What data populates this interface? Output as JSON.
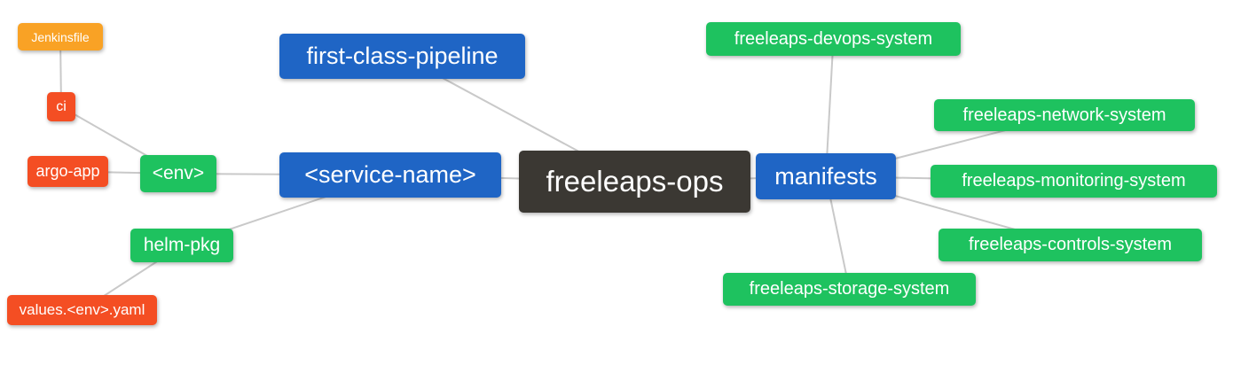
{
  "diagram": {
    "type": "mindmap",
    "background_color": "#ffffff",
    "connector_color": "#c9c9c9",
    "palette": {
      "blue": "#1f65c5",
      "green": "#1ec25f",
      "red": "#f44e23",
      "orange": "#f9a225",
      "dark": "#3b3833",
      "node_text": "#ffffff"
    },
    "root": "freeleaps-ops",
    "nodes": [
      {
        "id": "freeleaps-ops",
        "label": "freeleaps-ops",
        "color": "dark"
      },
      {
        "id": "first-class-pipeline",
        "label": "first-class-pipeline",
        "color": "blue"
      },
      {
        "id": "service-name",
        "label": "<service-name>",
        "color": "blue"
      },
      {
        "id": "manifests",
        "label": "manifests",
        "color": "blue"
      },
      {
        "id": "env",
        "label": "<env>",
        "color": "green"
      },
      {
        "id": "helm-pkg",
        "label": "helm-pkg",
        "color": "green"
      },
      {
        "id": "argo-app",
        "label": "argo-app",
        "color": "red"
      },
      {
        "id": "ci",
        "label": "ci",
        "color": "red"
      },
      {
        "id": "jenkinsfile",
        "label": "Jenkinsfile",
        "color": "orange"
      },
      {
        "id": "values-env-yaml",
        "label": "values.<env>.yaml",
        "color": "red"
      },
      {
        "id": "freeleaps-devops-system",
        "label": "freeleaps-devops-system",
        "color": "green"
      },
      {
        "id": "freeleaps-network-system",
        "label": "freeleaps-network-system",
        "color": "green"
      },
      {
        "id": "freeleaps-monitoring-system",
        "label": "freeleaps-monitoring-system",
        "color": "green"
      },
      {
        "id": "freeleaps-controls-system",
        "label": "freeleaps-controls-system",
        "color": "green"
      },
      {
        "id": "freeleaps-storage-system",
        "label": "freeleaps-storage-system",
        "color": "green"
      }
    ],
    "edges": [
      {
        "from": "jenkinsfile",
        "to": "ci"
      },
      {
        "from": "ci",
        "to": "env"
      },
      {
        "from": "argo-app",
        "to": "env"
      },
      {
        "from": "env",
        "to": "service-name"
      },
      {
        "from": "service-name",
        "to": "freeleaps-ops"
      },
      {
        "from": "first-class-pipeline",
        "to": "freeleaps-ops"
      },
      {
        "from": "service-name",
        "to": "helm-pkg"
      },
      {
        "from": "helm-pkg",
        "to": "values-env-yaml"
      },
      {
        "from": "freeleaps-ops",
        "to": "manifests"
      },
      {
        "from": "manifests",
        "to": "freeleaps-devops-system"
      },
      {
        "from": "manifests",
        "to": "freeleaps-network-system"
      },
      {
        "from": "manifests",
        "to": "freeleaps-monitoring-system"
      },
      {
        "from": "manifests",
        "to": "freeleaps-controls-system"
      },
      {
        "from": "manifests",
        "to": "freeleaps-storage-system"
      }
    ]
  }
}
